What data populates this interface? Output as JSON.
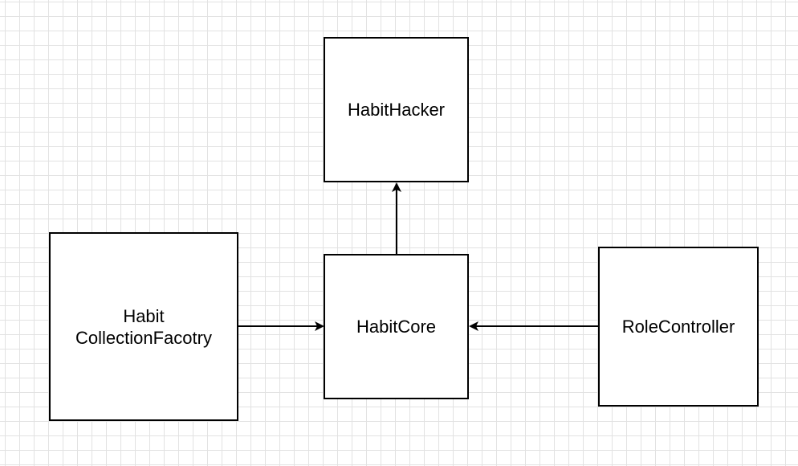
{
  "diagram": {
    "nodes": {
      "hacker": {
        "label": "HabitHacker"
      },
      "collection": {
        "line1": "Habit",
        "line2": "CollectionFacotry"
      },
      "core": {
        "label": "HabitCore"
      },
      "role": {
        "label": "RoleController"
      }
    },
    "edges": [
      {
        "from": "HabitCore",
        "to": "HabitHacker"
      },
      {
        "from": "Habit CollectionFacotry",
        "to": "HabitCore"
      },
      {
        "from": "RoleController",
        "to": "HabitCore"
      }
    ],
    "colors": {
      "stroke": "#000000",
      "grid": "#e2e2e2",
      "background": "#ffffff"
    }
  }
}
